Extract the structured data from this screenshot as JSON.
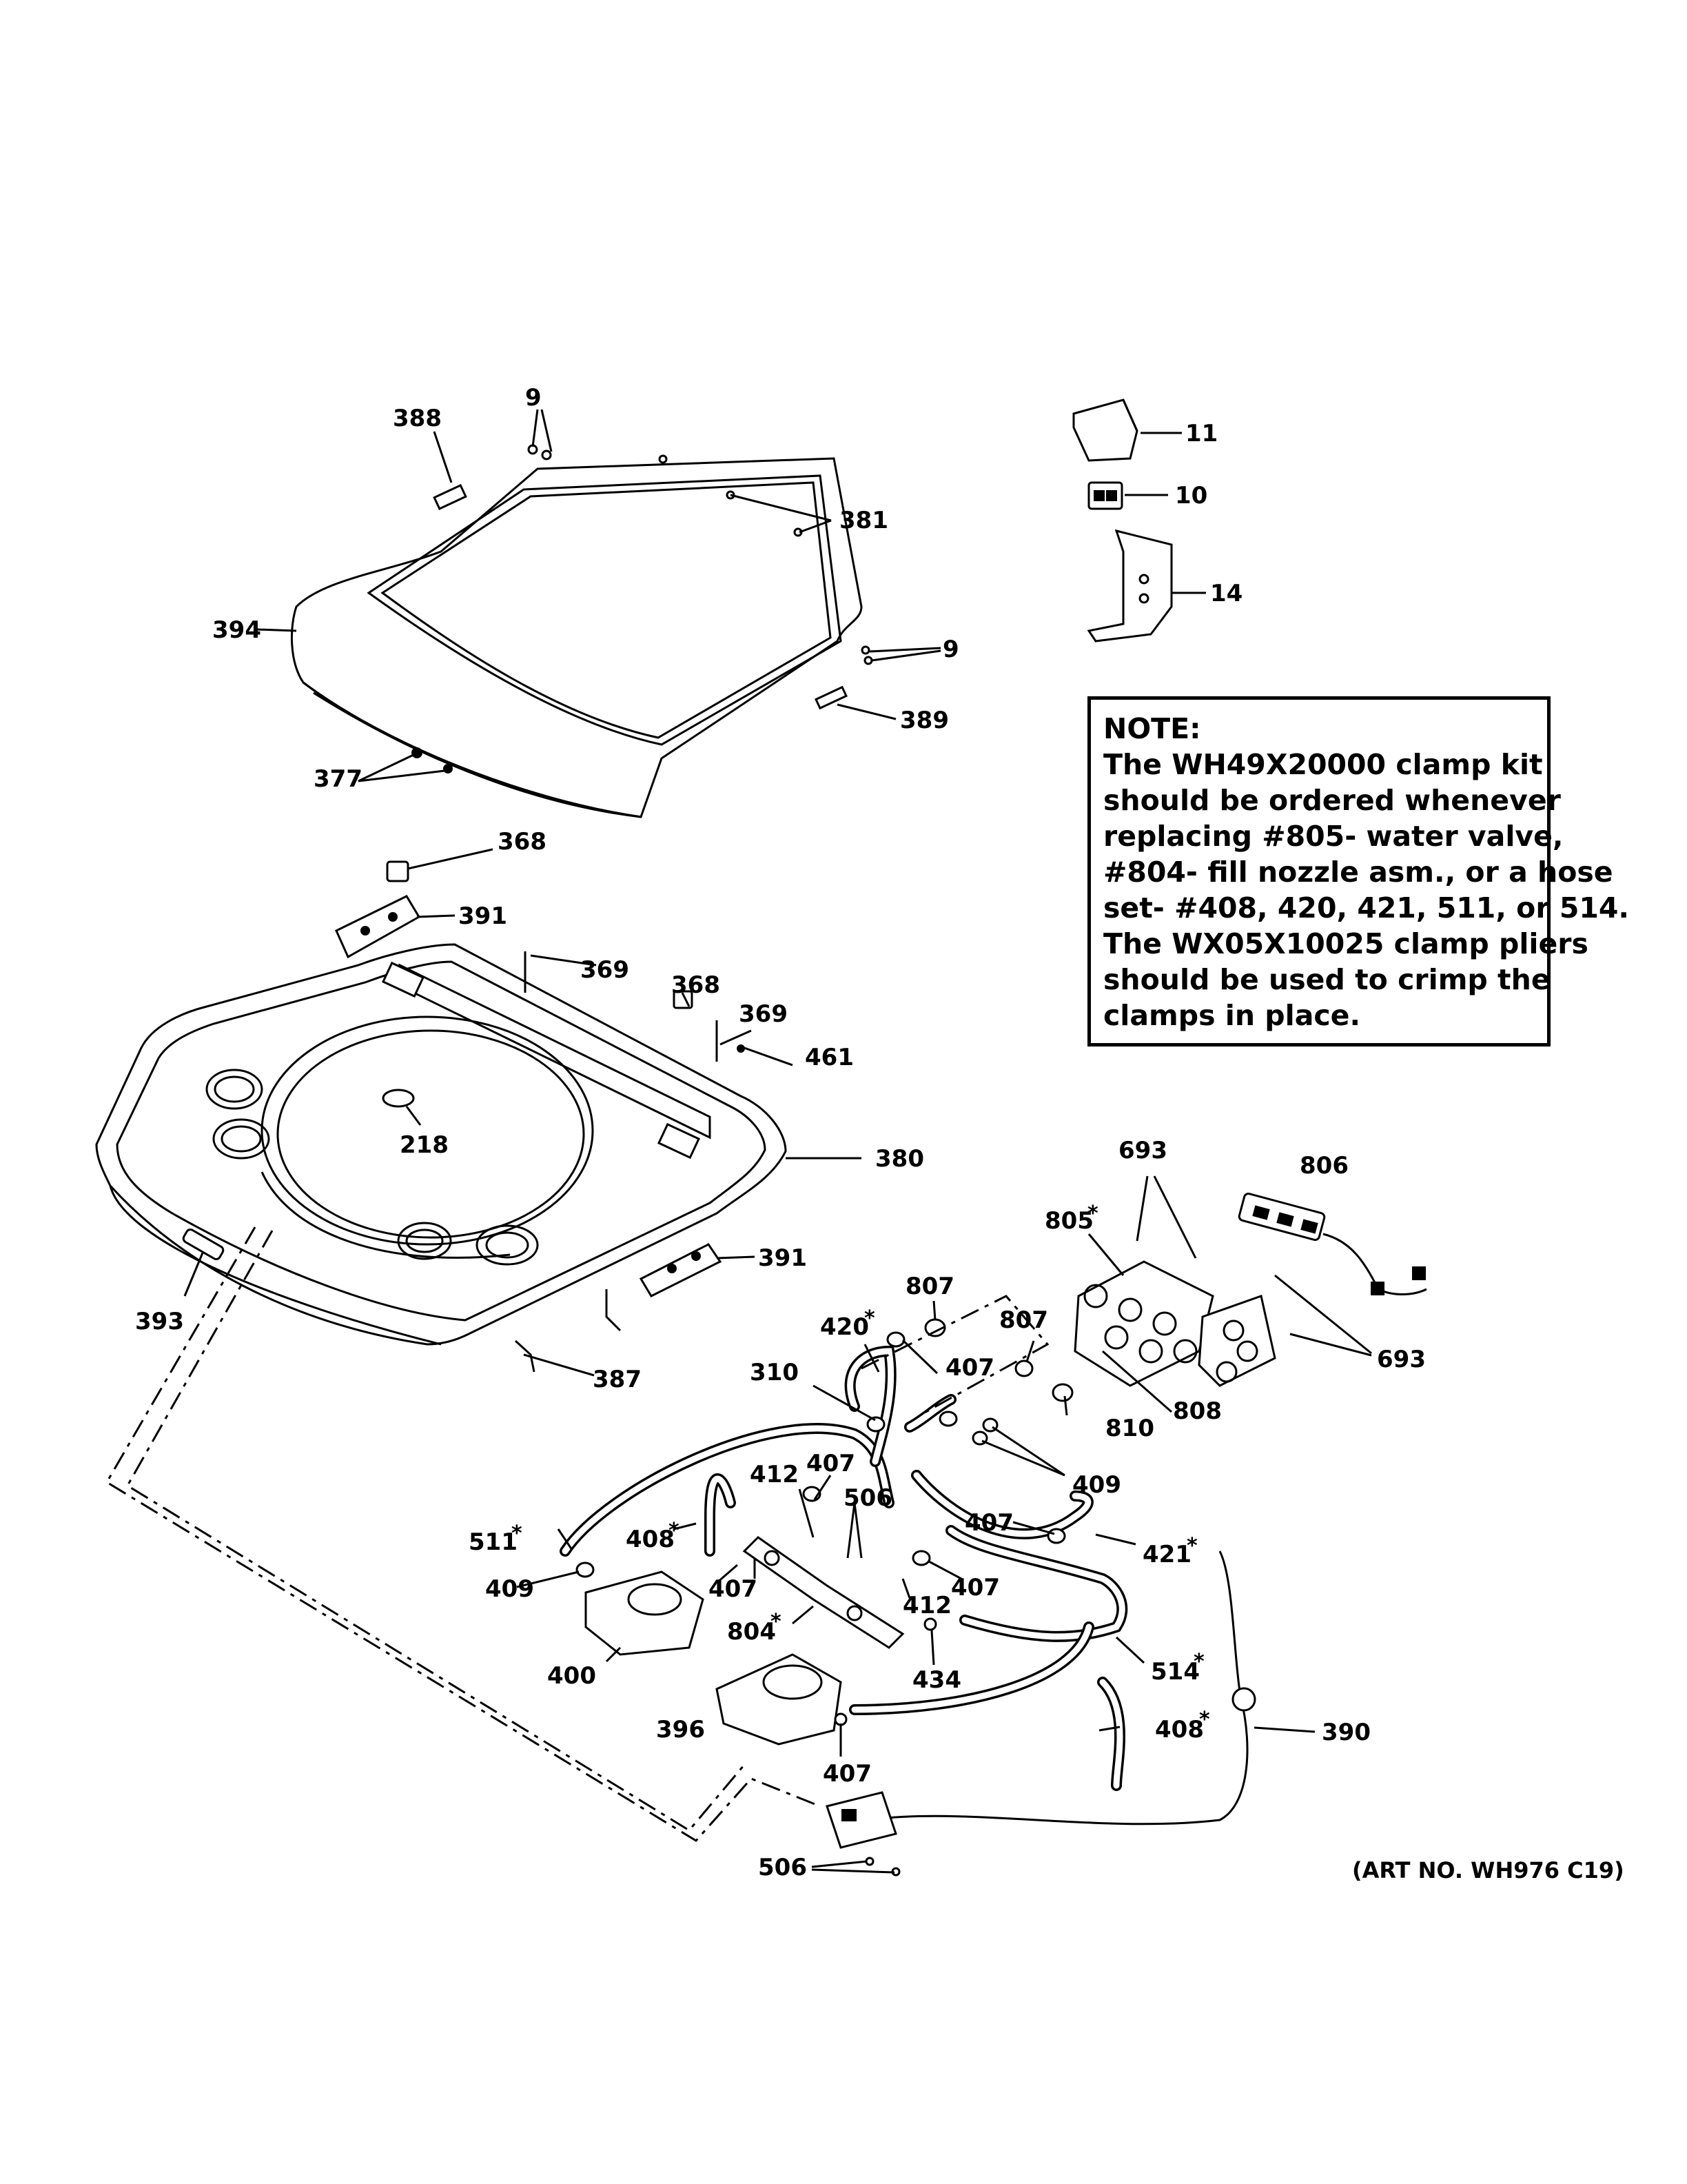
{
  "note": {
    "heading": "NOTE:",
    "lines": [
      "The WH49X20000 clamp kit",
      "should be ordered whenever",
      "replacing #805- water valve,",
      "#804- fill nozzle asm., or a hose",
      "set- #408, 420, 421, 511, or 514.",
      "The WX05X10025 clamp pliers",
      "should be used to crimp the",
      "clamps in place."
    ]
  },
  "art_number": "(ART NO. WH976 C19)",
  "callouts": [
    {
      "id": "c388",
      "text": "388",
      "starred": false
    },
    {
      "id": "c9a",
      "text": "9",
      "starred": false
    },
    {
      "id": "c381",
      "text": "381",
      "starred": false
    },
    {
      "id": "c394",
      "text": "394",
      "starred": false
    },
    {
      "id": "c9b",
      "text": "9",
      "starred": false
    },
    {
      "id": "c389",
      "text": "389",
      "starred": false
    },
    {
      "id": "c377",
      "text": "377",
      "starred": false
    },
    {
      "id": "c11",
      "text": "11",
      "starred": false
    },
    {
      "id": "c10",
      "text": "10",
      "starred": false
    },
    {
      "id": "c14",
      "text": "14",
      "starred": false
    },
    {
      "id": "c368a",
      "text": "368",
      "starred": false
    },
    {
      "id": "c391a",
      "text": "391",
      "starred": false
    },
    {
      "id": "c369a",
      "text": "369",
      "starred": false
    },
    {
      "id": "c368b",
      "text": "368",
      "starred": false
    },
    {
      "id": "c369b",
      "text": "369",
      "starred": false
    },
    {
      "id": "c461",
      "text": "461",
      "starred": false
    },
    {
      "id": "c218",
      "text": "218",
      "starred": false
    },
    {
      "id": "c380",
      "text": "380",
      "starred": false
    },
    {
      "id": "c693a",
      "text": "693",
      "starred": false
    },
    {
      "id": "c806",
      "text": "806",
      "starred": false
    },
    {
      "id": "c805",
      "text": "805",
      "starred": true
    },
    {
      "id": "c391b",
      "text": "391",
      "starred": false
    },
    {
      "id": "c393",
      "text": "393",
      "starred": false
    },
    {
      "id": "c807a",
      "text": "807",
      "starred": false
    },
    {
      "id": "c420",
      "text": "420",
      "starred": true
    },
    {
      "id": "c807b",
      "text": "807",
      "starred": false
    },
    {
      "id": "c693b",
      "text": "693",
      "starred": false
    },
    {
      "id": "c387",
      "text": "387",
      "starred": false
    },
    {
      "id": "c310",
      "text": "310",
      "starred": false
    },
    {
      "id": "c407a",
      "text": "407",
      "starred": false
    },
    {
      "id": "c808",
      "text": "808",
      "starred": false
    },
    {
      "id": "c810",
      "text": "810",
      "starred": false
    },
    {
      "id": "c412a",
      "text": "412",
      "starred": false
    },
    {
      "id": "c407b",
      "text": "407",
      "starred": false
    },
    {
      "id": "c409a",
      "text": "409",
      "starred": false
    },
    {
      "id": "c506a",
      "text": "506",
      "starred": false
    },
    {
      "id": "c511",
      "text": "511",
      "starred": true
    },
    {
      "id": "c408a",
      "text": "408",
      "starred": true
    },
    {
      "id": "c407c",
      "text": "407",
      "starred": false
    },
    {
      "id": "c421",
      "text": "421",
      "starred": true
    },
    {
      "id": "c409b",
      "text": "409",
      "starred": false
    },
    {
      "id": "c407d",
      "text": "407",
      "starred": false
    },
    {
      "id": "c407e",
      "text": "407",
      "starred": false
    },
    {
      "id": "c412b",
      "text": "412",
      "starred": false
    },
    {
      "id": "c804",
      "text": "804",
      "starred": true
    },
    {
      "id": "c400",
      "text": "400",
      "starred": false
    },
    {
      "id": "c434",
      "text": "434",
      "starred": false
    },
    {
      "id": "c514",
      "text": "514",
      "starred": true
    },
    {
      "id": "c396",
      "text": "396",
      "starred": false
    },
    {
      "id": "c408b",
      "text": "408",
      "starred": true
    },
    {
      "id": "c390",
      "text": "390",
      "starred": false
    },
    {
      "id": "c407f",
      "text": "407",
      "starred": false
    },
    {
      "id": "c506b",
      "text": "506",
      "starred": false
    }
  ]
}
